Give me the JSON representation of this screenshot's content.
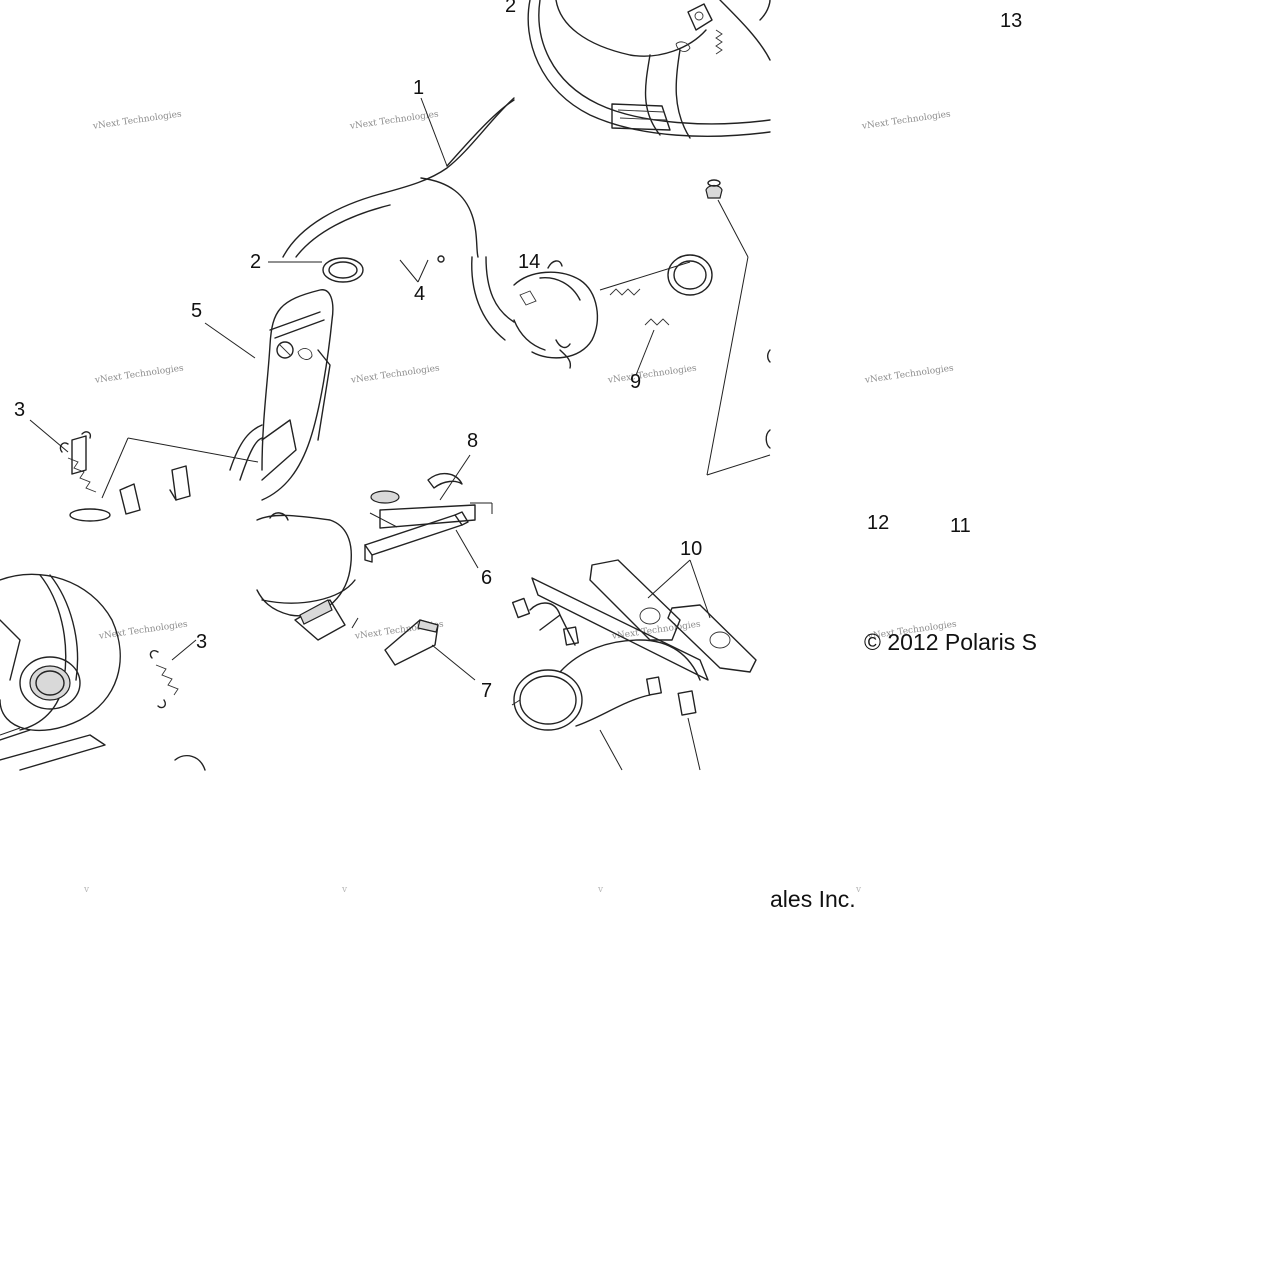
{
  "diagram": {
    "part_labels": [
      {
        "id": "label-1",
        "text": "1"
      },
      {
        "id": "label-2a",
        "text": "2"
      },
      {
        "id": "label-2b",
        "text": "2"
      },
      {
        "id": "label-3a",
        "text": "3"
      },
      {
        "id": "label-3b",
        "text": "3"
      },
      {
        "id": "label-4",
        "text": "4"
      },
      {
        "id": "label-5",
        "text": "5"
      },
      {
        "id": "label-6",
        "text": "6"
      },
      {
        "id": "label-7",
        "text": "7"
      },
      {
        "id": "label-8",
        "text": "8"
      },
      {
        "id": "label-9",
        "text": "9"
      },
      {
        "id": "label-10",
        "text": "10"
      },
      {
        "id": "label-11",
        "text": "11"
      },
      {
        "id": "label-12",
        "text": "12"
      },
      {
        "id": "label-13",
        "text": "13"
      },
      {
        "id": "label-14",
        "text": "14"
      }
    ],
    "copyright_line1": "© 2012 Polaris S",
    "copyright_line2": "ales Inc.",
    "watermark_text": "vNext Technologies"
  }
}
